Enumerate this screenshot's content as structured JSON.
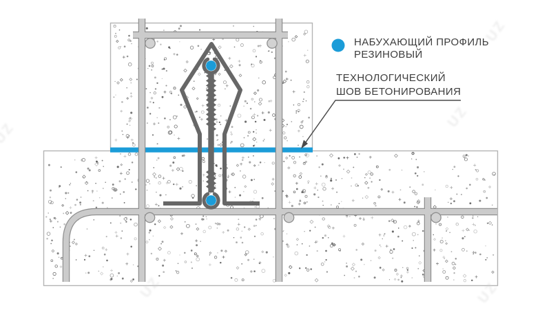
{
  "legend": {
    "marker_color": "#1b9cd8",
    "item1_line1": "НАБУХАЮЩИЙ ПРОФИЛЬ",
    "item1_line2": "РЕЗИНОВЫЙ"
  },
  "callout": {
    "line1": "ТЕХНОЛОГИЧЕСКИЙ",
    "line2": "ШОВ БЕТОНИРОВАНИЯ"
  },
  "watermark": {
    "text": "UZ"
  },
  "colors": {
    "joint_blue": "#1b9cd8",
    "profile_gray": "#676767",
    "rebar_fill": "#cbcbcb",
    "rebar_edge": "#8f8f8f",
    "concrete_edge": "#b4b4b4",
    "speck": "#4a4a4a",
    "text": "#3d3d3d",
    "leader": "#4a4a4a"
  }
}
